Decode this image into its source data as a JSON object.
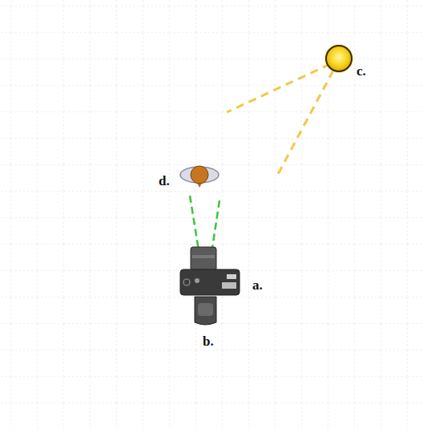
{
  "diagram": {
    "labels": [
      "c.",
      "d.",
      "a.",
      "b."
    ]
  }
}
